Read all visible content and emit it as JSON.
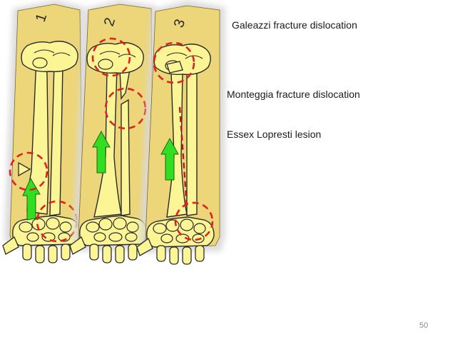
{
  "panels": [
    {
      "number": "1"
    },
    {
      "number": "2"
    },
    {
      "number": "3"
    }
  ],
  "labels": {
    "galeazzi": "Galeazzi fracture dislocation",
    "monteggia": "Monteggia fracture dislocation",
    "essex": "Essex Lopresti lesion"
  },
  "page_number": "50",
  "colors": {
    "bone_fill": "#fbf595",
    "bone_outline": "#2b2b2b",
    "panel_bg": "#ecd679",
    "panel_halo": "#d9d9d9",
    "arrow": "#33dd22",
    "injury_circle": "#e02020"
  }
}
